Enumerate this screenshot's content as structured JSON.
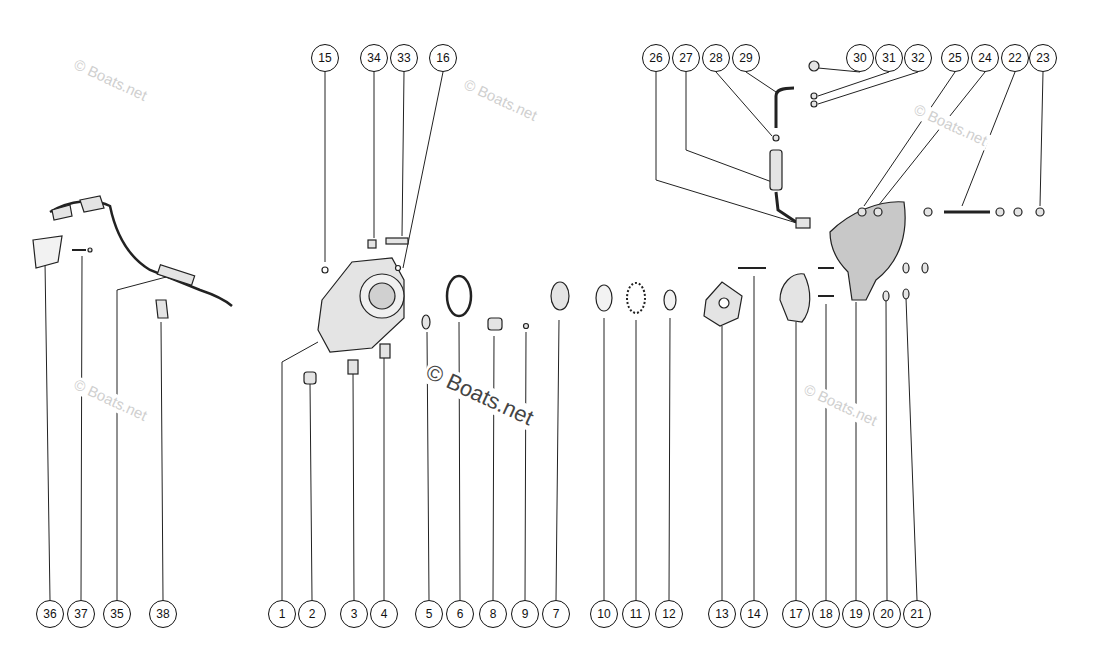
{
  "diagram": {
    "nodes": [
      {
        "text": [
          "15"
        ]
      },
      {
        "text": [
          "34"
        ]
      },
      {
        "text": [
          "33"
        ]
      },
      {
        "text": [
          "16"
        ]
      },
      {
        "text": [
          "26"
        ]
      },
      {
        "text": [
          "27"
        ]
      },
      {
        "text": [
          "28"
        ]
      },
      {
        "text": [
          "29"
        ]
      },
      {
        "text": [
          "30"
        ]
      },
      {
        "text": [
          "31"
        ]
      },
      {
        "text": [
          "32"
        ]
      },
      {
        "text": [
          "25"
        ]
      },
      {
        "text": [
          "24"
        ]
      },
      {
        "text": [
          "22"
        ]
      },
      {
        "text": [
          "23"
        ]
      },
      {
        "text": [
          "36"
        ]
      },
      {
        "text": [
          "37"
        ]
      },
      {
        "text": [
          "35"
        ]
      },
      {
        "text": [
          "38"
        ]
      },
      {
        "text": [
          "1"
        ]
      },
      {
        "text": [
          "2"
        ]
      },
      {
        "text": [
          "3"
        ]
      },
      {
        "text": [
          "4"
        ]
      },
      {
        "text": [
          "5"
        ]
      },
      {
        "text": [
          "6"
        ]
      },
      {
        "text": [
          "8"
        ]
      },
      {
        "text": [
          "9"
        ]
      },
      {
        "text": [
          "7"
        ]
      },
      {
        "text": [
          "10"
        ]
      },
      {
        "text": [
          "11"
        ]
      },
      {
        "text": [
          "12"
        ]
      },
      {
        "text": [
          "13"
        ]
      },
      {
        "text": [
          "14"
        ]
      },
      {
        "text": [
          "17"
        ]
      },
      {
        "text": [
          "18"
        ]
      },
      {
        "text": [
          "19"
        ]
      },
      {
        "text": [
          "20"
        ]
      },
      {
        "text": [
          "21"
        ]
      }
    ],
    "labels": [
      "© Boats.net",
      "© Boats.net",
      "© Boats.net",
      "© Boats.net",
      "© Boats.net",
      "© Boats.net"
    ]
  }
}
